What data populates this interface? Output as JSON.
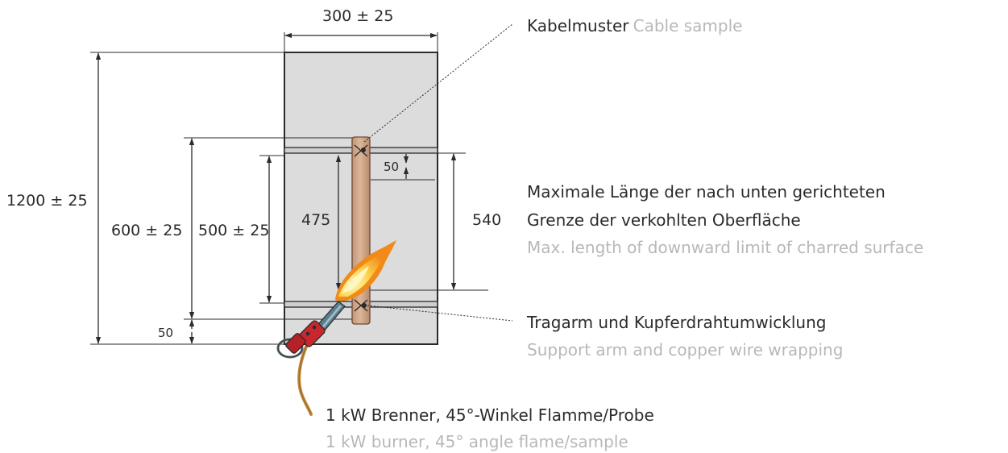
{
  "dimensions": {
    "panel_width": "300 ± 25",
    "panel_height": "1200 ± 25",
    "upper_to_base": "600 ± 25",
    "arm_spacing": "500 ± 25",
    "inner_475": "475",
    "inner_540": "540",
    "top_offset": "50",
    "bottom_offset": "50"
  },
  "labels": {
    "cable_sample": {
      "de": "Kabelmuster",
      "en": "Cable sample"
    },
    "max_length": {
      "de_line1": "Maximale Länge der nach unten gerichteten",
      "de_line2": "Grenze der verkohlten Oberfläche",
      "en": "Max. length of downward limit of charred surface"
    },
    "support_arm": {
      "de": "Tragarm und Kupferdrahtumwicklung",
      "en": "Support arm and copper wire wrapping"
    },
    "burner": {
      "de": "1 kW Brenner, 45°-Winkel Flamme/Probe",
      "en": "1 kW burner, 45° angle flame/sample"
    }
  },
  "colors": {
    "panel": "#dcdcdc",
    "line": "#2b2b2b",
    "cable": "#d2a98a",
    "cable_stroke": "#6b4a35",
    "arm": "#9a9a9a",
    "burner_red": "#c8282d",
    "burner_nozzle": "#5b7e8c",
    "hose": "#c28a3c",
    "flame_outer": "#f0901a",
    "flame_inner": "#ffe27a",
    "english_text": "#b8b8b8"
  }
}
